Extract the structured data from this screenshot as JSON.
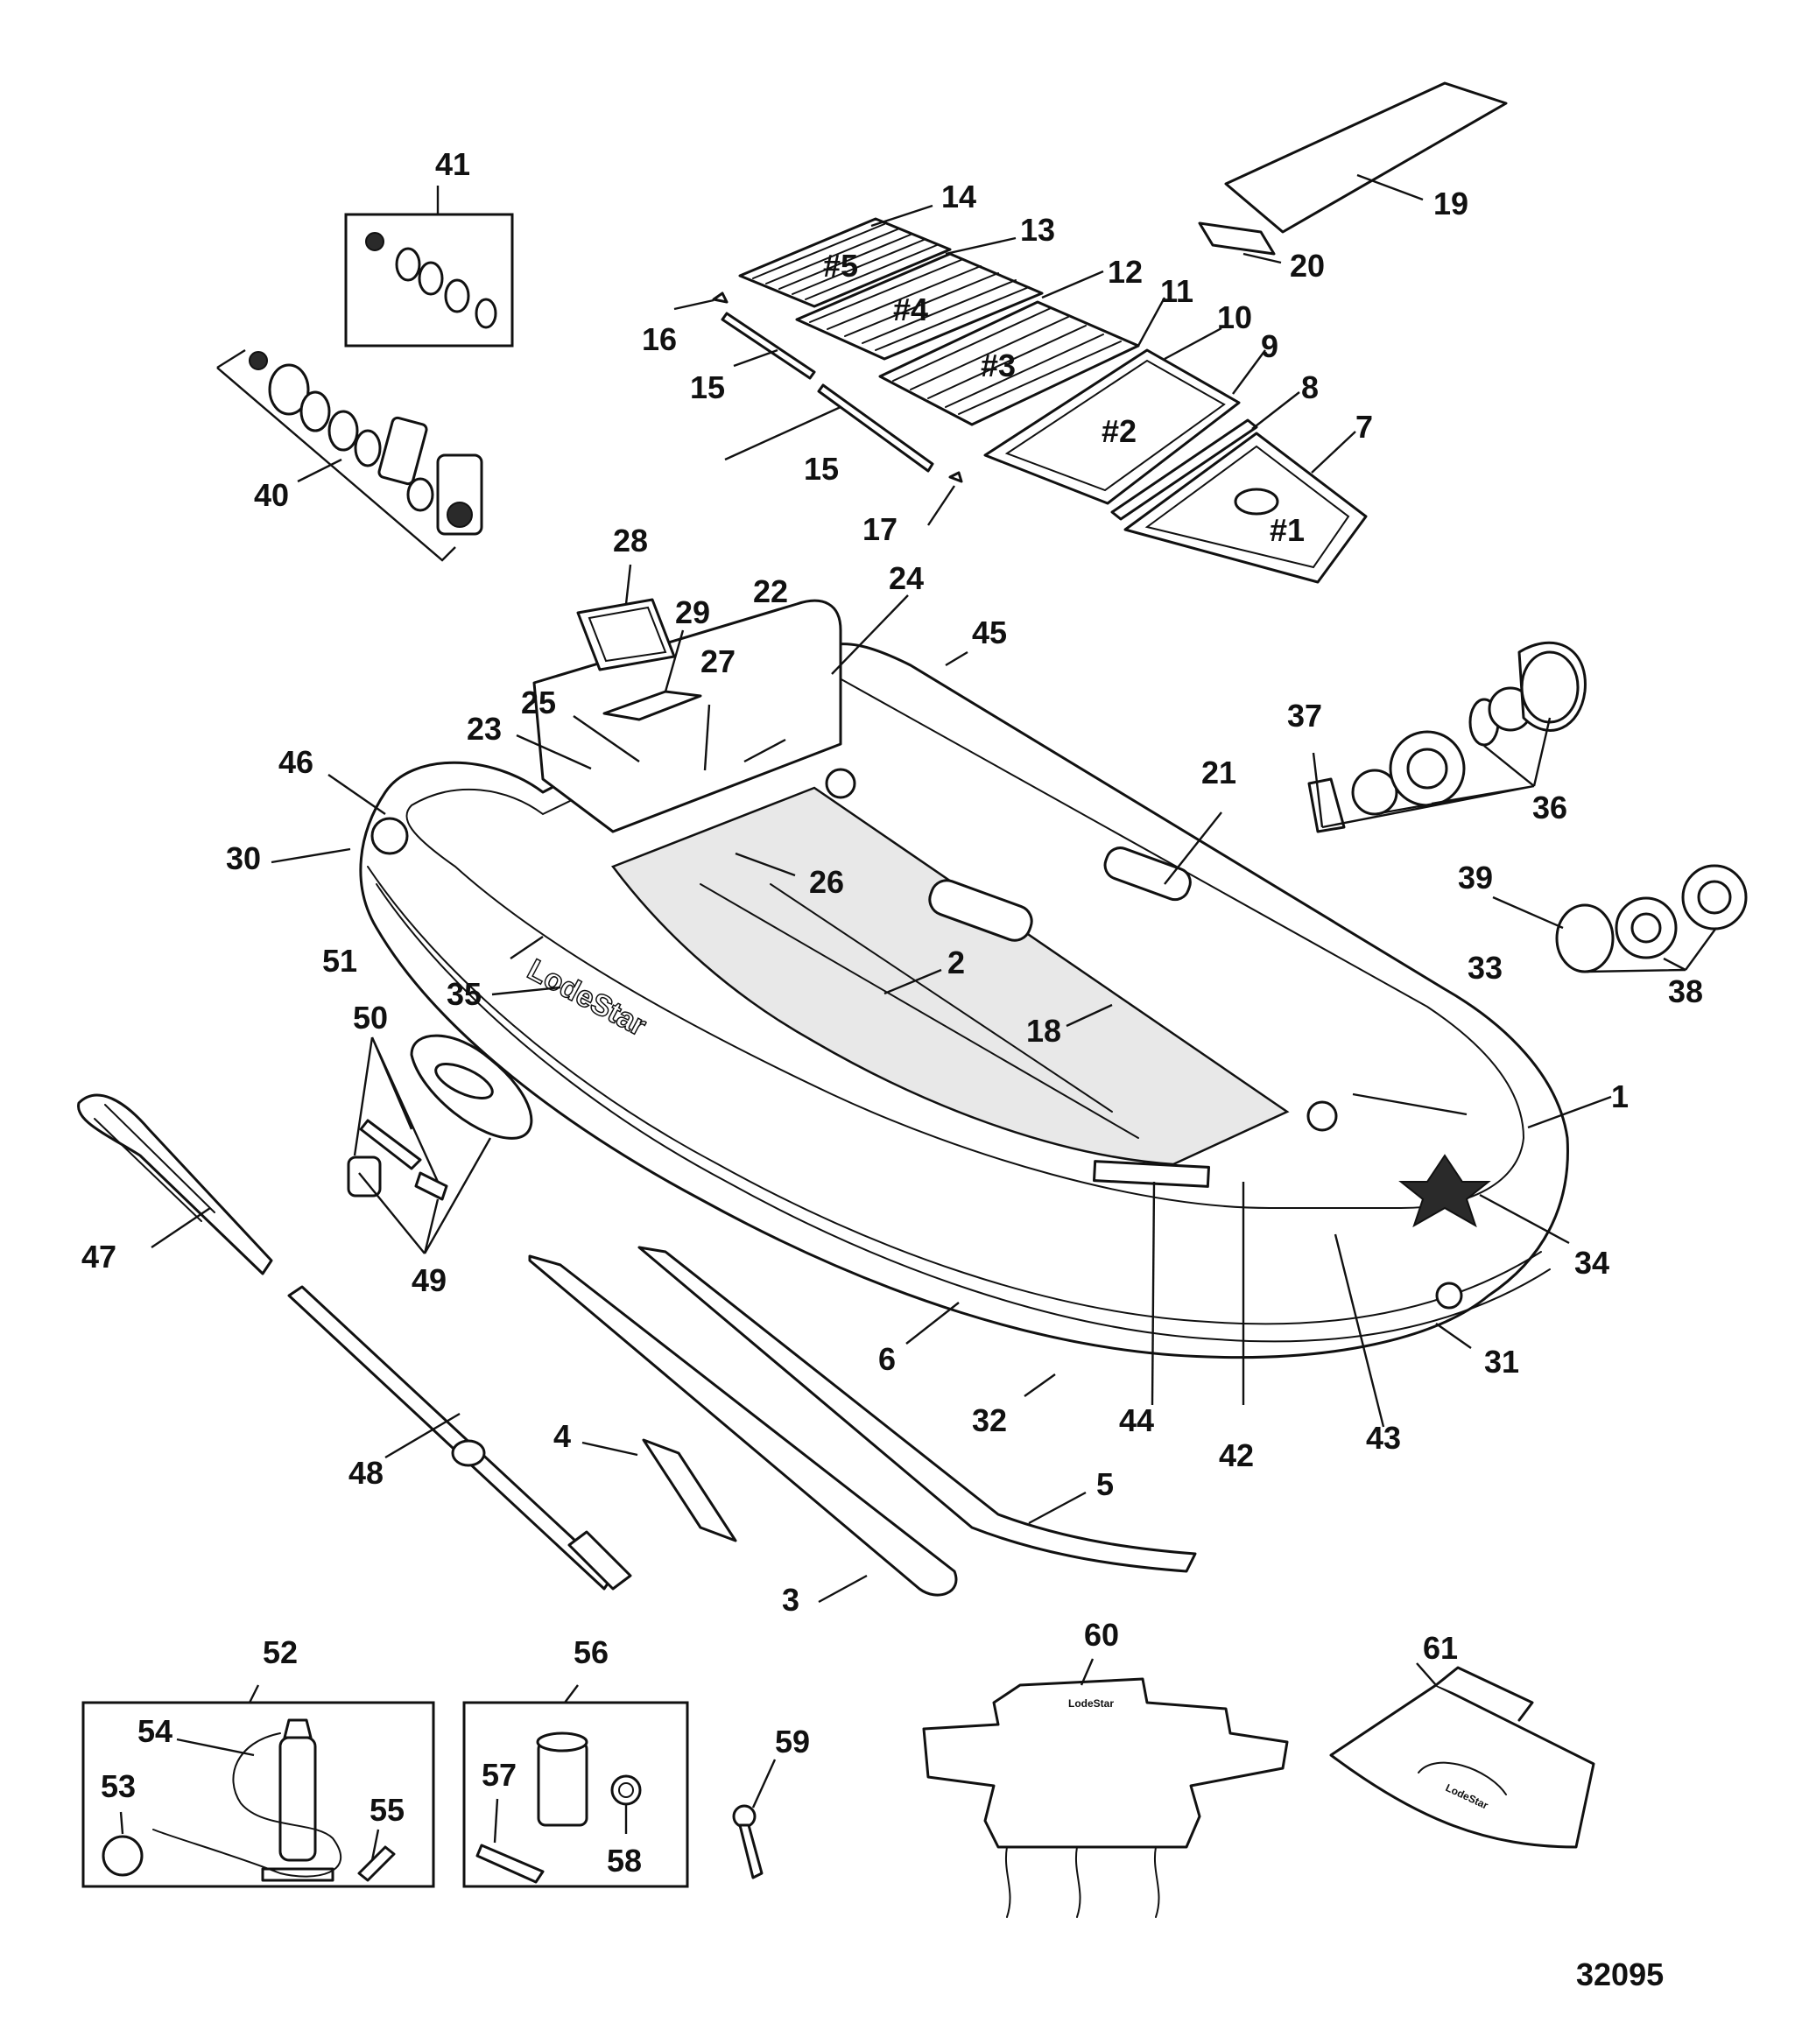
{
  "callouts": {
    "c1": "1",
    "c2": "2",
    "c3": "3",
    "c4": "4",
    "c5": "5",
    "c6": "6",
    "c7": "7",
    "c8": "8",
    "c9": "9",
    "c10": "10",
    "c11": "11",
    "c12": "12",
    "c13": "13",
    "c14": "14",
    "c15a": "15",
    "c15b": "15",
    "c16": "16",
    "c17": "17",
    "c18": "18",
    "c19": "19",
    "c20": "20",
    "c21": "21",
    "c22": "22",
    "c23": "23",
    "c24": "24",
    "c25": "25",
    "c26": "26",
    "c27": "27",
    "c28": "28",
    "c29": "29",
    "c30": "30",
    "c31": "31",
    "c32": "32",
    "c33": "33",
    "c34": "34",
    "c35": "35",
    "c36": "36",
    "c37": "37",
    "c38": "38",
    "c39": "39",
    "c40": "40",
    "c41": "41",
    "c42": "42",
    "c43": "43",
    "c44": "44",
    "c45": "45",
    "c46": "46",
    "c47": "47",
    "c48": "48",
    "c49": "49",
    "c50": "50",
    "c51": "51",
    "c52": "52",
    "c53": "53",
    "c54": "54",
    "c55": "55",
    "c56": "56",
    "c57": "57",
    "c58": "58",
    "c59": "59",
    "c60": "60",
    "c61": "61"
  },
  "floor_panels": {
    "p1": "#1",
    "p2": "#2",
    "p3": "#3",
    "p4": "#4",
    "p5": "#5"
  },
  "brand": {
    "hull_logo": "LodeStar",
    "cover_logo": "LodeStar",
    "bag_logo": "LodeStar"
  },
  "figure_number": "32095"
}
